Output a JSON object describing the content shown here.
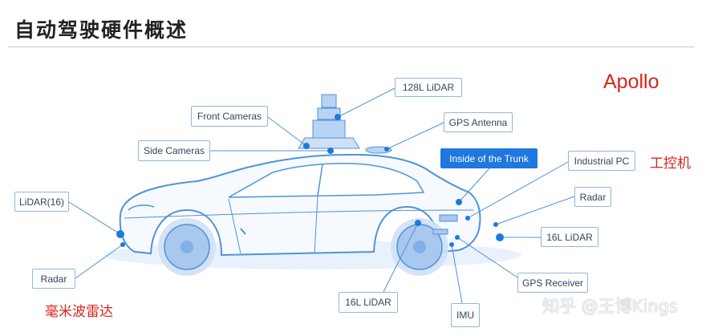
{
  "title": "自动驾驶硬件概述",
  "brand": "Apollo",
  "notes": {
    "industrial_pc_cn": "工控机",
    "radar_cn": "毫米波雷达"
  },
  "watermark": "知乎 @王博Kings",
  "labels": {
    "lidar128": "128L LiDAR",
    "front_cameras": "Front Cameras",
    "gps_antenna": "GPS Antenna",
    "side_cameras": "Side Cameras",
    "inside_trunk": "Inside of the Trunk",
    "industrial_pc": "Industrial PC",
    "lidar16_left": "LiDAR(16)",
    "radar_right": "Radar",
    "lidar16_right": "16L LiDAR",
    "radar_left": "Radar",
    "gps_receiver": "GPS Receiver",
    "lidar16_bottom": "16L LiDAR",
    "imu": "IMU"
  },
  "colors": {
    "accent_blue": "#1e78df",
    "label_border": "#8fb7e3",
    "car_outline": "#4f93d8",
    "wheel_fill": "#b9d3f4",
    "note_red": "#d9251c"
  }
}
